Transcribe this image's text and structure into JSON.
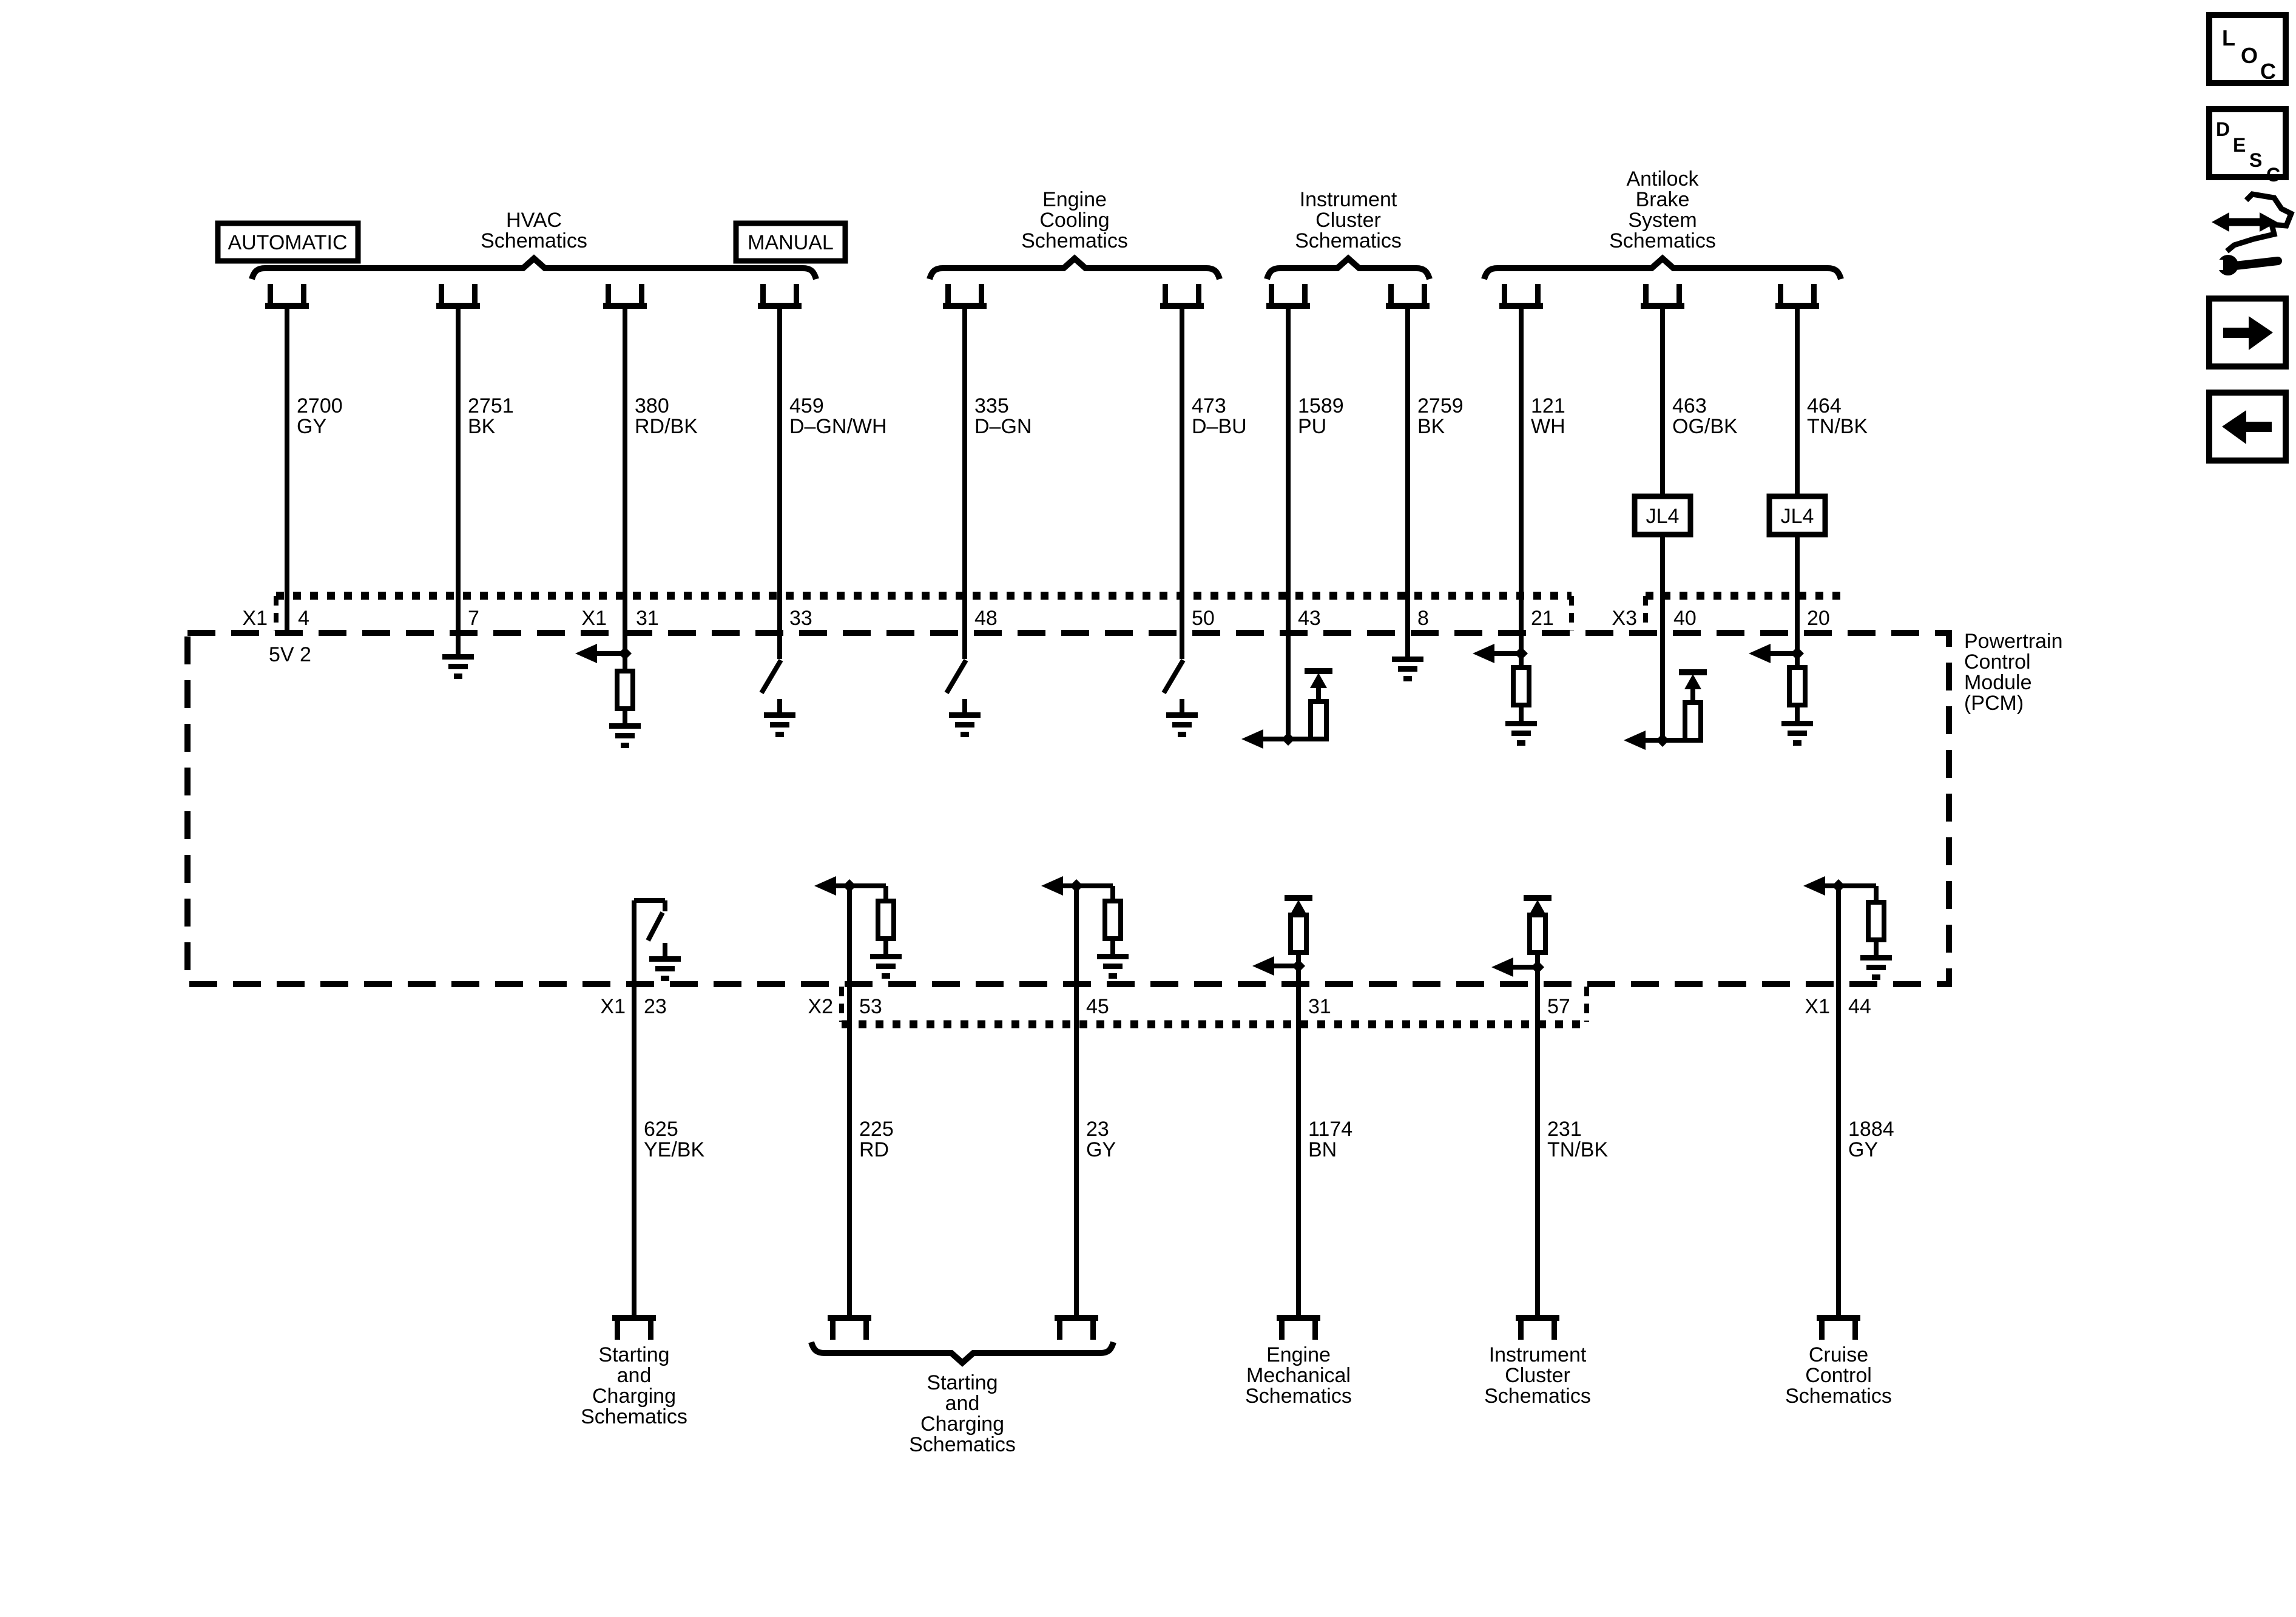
{
  "colors": {
    "ink": "#000000",
    "background": "#ffffff"
  },
  "pcm": {
    "label_lines": [
      "Powertrain",
      "Control",
      "Module",
      "(PCM)"
    ],
    "pin4_note": "5V 2"
  },
  "top_groups": [
    {
      "id": "hvac",
      "lines": [
        "HVAC",
        "Schematics"
      ]
    },
    {
      "id": "engine-cooling",
      "lines": [
        "Engine",
        "Cooling",
        "Schematics"
      ]
    },
    {
      "id": "instrument-cluster",
      "lines": [
        "Instrument",
        "Cluster",
        "Schematics"
      ]
    },
    {
      "id": "antilock-brake-system",
      "lines": [
        "Antilock",
        "Brake",
        "System",
        "Schematics"
      ]
    }
  ],
  "variant_boxes": [
    {
      "label": "AUTOMATIC"
    },
    {
      "label": "MANUAL"
    }
  ],
  "options": {
    "jl4": "JL4"
  },
  "top_wires": [
    {
      "circuit": "2700",
      "color": "GY",
      "pin": "4",
      "conn_prefix": "X1"
    },
    {
      "circuit": "2751",
      "color": "BK",
      "pin": "7"
    },
    {
      "circuit": "380",
      "color": "RD/BK",
      "pin": "31",
      "conn_prefix": "X1"
    },
    {
      "circuit": "459",
      "color": "D–GN/WH",
      "pin": "33"
    },
    {
      "circuit": "335",
      "color": "D–GN",
      "pin": "48"
    },
    {
      "circuit": "473",
      "color": "D–BU",
      "pin": "50"
    },
    {
      "circuit": "1589",
      "color": "PU",
      "pin": "43"
    },
    {
      "circuit": "2759",
      "color": "BK",
      "pin": "8"
    },
    {
      "circuit": "121",
      "color": "WH",
      "pin": "21"
    },
    {
      "circuit": "463",
      "color": "OG/BK",
      "pin": "40",
      "conn_prefix": "X3"
    },
    {
      "circuit": "464",
      "color": "TN/BK",
      "pin": "20"
    }
  ],
  "bottom_wires": [
    {
      "circuit": "625",
      "color": "YE/BK",
      "pin": "23",
      "conn_prefix": "X1",
      "dest_lines": [
        "Starting",
        "and",
        "Charging",
        "Schematics"
      ]
    },
    {
      "circuit": "225",
      "color": "RD",
      "pin": "53",
      "conn_prefix": "X2"
    },
    {
      "circuit": "23",
      "color": "GY",
      "pin": "45"
    },
    {
      "circuit": "1174",
      "color": "BN",
      "pin": "31",
      "dest_lines": [
        "Engine",
        "Mechanical",
        "Schematics"
      ]
    },
    {
      "circuit": "231",
      "color": "TN/BK",
      "pin": "57",
      "dest_lines": [
        "Instrument",
        "Cluster",
        "Schematics"
      ]
    },
    {
      "circuit": "1884",
      "color": "GY",
      "pin": "44",
      "conn_prefix": "X1",
      "dest_lines": [
        "Cruise",
        "Control",
        "Schematics"
      ]
    }
  ],
  "bottom_group": {
    "lines": [
      "Starting",
      "and",
      "Charging",
      "Schematics"
    ]
  },
  "sidebar": {
    "loc_letters": [
      "L",
      "O",
      "C"
    ],
    "desc_letters": [
      "D",
      "E",
      "S",
      "C"
    ]
  }
}
